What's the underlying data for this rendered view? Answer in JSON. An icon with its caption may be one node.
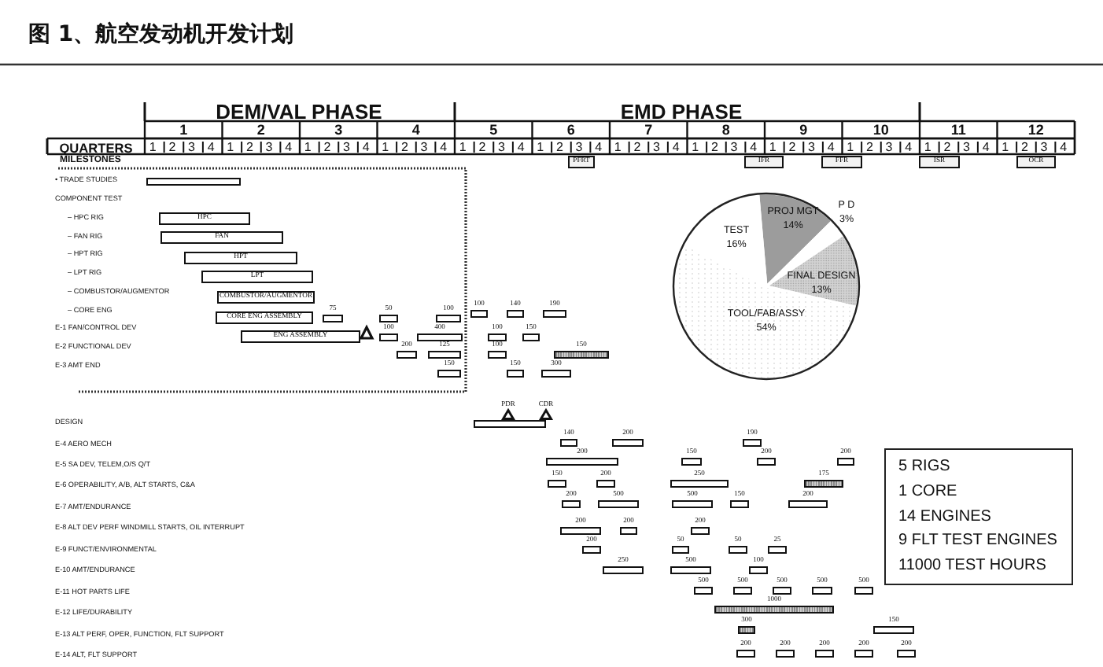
{
  "diagram": {
    "title": "图 1、航空发动机开发计划",
    "nodes": [
      {
        "text": [
          "PFRT"
        ]
      },
      {
        "text": [
          "IFR"
        ]
      },
      {
        "text": [
          "FFR"
        ]
      },
      {
        "text": [
          "ISR"
        ]
      },
      {
        "text": [
          "OCR"
        ]
      },
      {
        "text": [],
        "shape": "bar"
      },
      {
        "text": [
          "HPC"
        ]
      },
      {
        "text": [
          "FAN"
        ]
      },
      {
        "text": [
          "HPT"
        ]
      },
      {
        "text": [
          "LPT"
        ]
      },
      {
        "text": [
          "COMBUSTOR/AUGMENTOR"
        ]
      },
      {
        "text": [
          "CORE ENG ASSEMBLY"
        ]
      },
      {
        "text": [],
        "shape": "bar",
        "beside": [
          "75"
        ]
      },
      {
        "text": [],
        "shape": "bar",
        "beside": [
          "50"
        ]
      },
      {
        "text": [],
        "shape": "bar",
        "beside": [
          "100"
        ]
      },
      {
        "text": [],
        "shape": "bar",
        "beside": [
          "100"
        ]
      },
      {
        "text": [],
        "shape": "bar",
        "beside": [
          "140"
        ]
      },
      {
        "text": [],
        "shape": "bar",
        "beside": [
          "190"
        ]
      },
      {
        "text": [
          "ENG ASSEMBLY"
        ]
      },
      {
        "text": [],
        "shape": "bar",
        "beside": [
          "100"
        ]
      },
      {
        "text": [],
        "shape": "bar",
        "beside": [
          "400"
        ]
      },
      {
        "text": [],
        "shape": "bar",
        "beside": [
          "100"
        ]
      },
      {
        "text": [],
        "shape": "bar",
        "beside": [
          "150"
        ]
      },
      {
        "text": [],
        "shape": "bar",
        "beside": [
          "200"
        ]
      },
      {
        "text": [],
        "shape": "bar",
        "beside": [
          "125"
        ]
      },
      {
        "text": [],
        "shape": "bar",
        "beside": [
          "100"
        ]
      },
      {
        "text": [],
        "shape": "bar",
        "beside": [
          "150"
        ]
      },
      {
        "text": [],
        "shape": "bar",
        "beside": [
          "150"
        ]
      },
      {
        "text": [],
        "shape": "bar",
        "beside": [
          "150"
        ]
      },
      {
        "text": [],
        "shape": "bar",
        "beside": [
          "300"
        ]
      },
      {
        "text": [],
        "shape": "bar"
      },
      {
        "text": [],
        "shape": "triangle",
        "beside": [
          "PDR"
        ]
      },
      {
        "text": [],
        "shape": "triangle",
        "beside": [
          "CDR"
        ]
      },
      {
        "text": [],
        "shape": "bar",
        "beside": [
          "140"
        ]
      },
      {
        "text": [],
        "shape": "bar",
        "beside": [
          "200"
        ]
      },
      {
        "text": [],
        "shape": "bar",
        "beside": [
          "190"
        ]
      },
      {
        "text": [],
        "shape": "bar",
        "beside": [
          "200"
        ]
      },
      {
        "text": [],
        "shape": "bar",
        "beside": [
          "150"
        ]
      },
      {
        "text": [],
        "shape": "bar",
        "beside": [
          "200"
        ]
      },
      {
        "text": [],
        "shape": "bar",
        "beside": [
          "200"
        ]
      },
      {
        "text": [],
        "shape": "bar",
        "beside": [
          "150"
        ]
      },
      {
        "text": [],
        "shape": "bar",
        "beside": [
          "200"
        ]
      },
      {
        "text": [],
        "shape": "bar",
        "beside": [
          "250"
        ]
      },
      {
        "text": [],
        "shape": "bar",
        "beside": [
          "175"
        ]
      },
      {
        "text": [],
        "shape": "bar",
        "beside": [
          "200"
        ]
      },
      {
        "text": [],
        "shape": "bar",
        "beside": [
          "500"
        ]
      },
      {
        "text": [],
        "shape": "bar",
        "beside": [
          "500"
        ]
      },
      {
        "text": [],
        "shape": "bar",
        "beside": [
          "150"
        ]
      },
      {
        "text": [],
        "shape": "bar",
        "beside": [
          "200"
        ]
      },
      {
        "text": [],
        "shape": "bar",
        "beside": [
          "200"
        ]
      },
      {
        "text": [],
        "shape": "bar",
        "beside": [
          "200"
        ]
      },
      {
        "text": [],
        "shape": "bar",
        "beside": [
          "200"
        ]
      },
      {
        "text": [],
        "shape": "bar",
        "beside": [
          "200"
        ]
      },
      {
        "text": [],
        "shape": "bar",
        "beside": [
          "50"
        ]
      },
      {
        "text": [],
        "shape": "bar",
        "beside": [
          "50"
        ]
      },
      {
        "text": [],
        "shape": "bar",
        "beside": [
          "25"
        ]
      },
      {
        "text": [],
        "shape": "bar",
        "beside": [
          "250"
        ]
      },
      {
        "text": [],
        "shape": "bar",
        "beside": [
          "500"
        ]
      },
      {
        "text": [],
        "shape": "bar",
        "beside": [
          "100"
        ]
      },
      {
        "text": [],
        "shape": "bar",
        "beside": [
          "500"
        ]
      },
      {
        "text": [],
        "shape": "bar",
        "beside": [
          "500"
        ]
      },
      {
        "text": [],
        "shape": "bar",
        "beside": [
          "500"
        ]
      },
      {
        "text": [],
        "shape": "bar",
        "beside": [
          "500"
        ]
      },
      {
        "text": [],
        "shape": "bar",
        "beside": [
          "500"
        ]
      },
      {
        "text": [],
        "shape": "bar",
        "beside": [
          "1000"
        ]
      },
      {
        "text": [],
        "shape": "bar",
        "beside": [
          "300"
        ]
      },
      {
        "text": [],
        "shape": "bar",
        "beside": [
          "150"
        ]
      },
      {
        "text": [],
        "shape": "bar",
        "beside": [
          "200"
        ]
      },
      {
        "text": [],
        "shape": "bar",
        "beside": [
          "200"
        ]
      },
      {
        "text": [],
        "shape": "bar",
        "beside": [
          "200"
        ]
      },
      {
        "text": [],
        "shape": "bar",
        "beside": [
          "200"
        ]
      },
      {
        "text": [],
        "shape": "bar",
        "beside": [
          "200"
        ]
      },
      {
        "text": [
          "5 RIGS",
          "1 CORE",
          "14 ENGINES",
          "9 FLT TEST ENGINES",
          "11000 TEST HOURS"
        ]
      }
    ],
    "labels": [
      "DEM/VAL PHASE",
      "EMD PHASE",
      "1",
      "2",
      "3",
      "4",
      "5",
      "6",
      "7",
      "8",
      "9",
      "10",
      "11",
      "12",
      "QUARTERS",
      "1",
      "2",
      "3",
      "4",
      "1",
      "2",
      "3",
      "4",
      "1",
      "2",
      "3",
      "4",
      "1",
      "2",
      "3",
      "4",
      "1",
      "2",
      "3",
      "4",
      "1",
      "2",
      "3",
      "4",
      "1",
      "2",
      "3",
      "4",
      "1",
      "2",
      "3",
      "4",
      "1",
      "2",
      "3",
      "4",
      "1",
      "2",
      "3",
      "4",
      "1",
      "2",
      "3",
      "4",
      "1",
      "2",
      "3",
      "4",
      "MILESTONES",
      "• TRADE STUDIES",
      "COMPONENT TEST",
      "– HPC RIG",
      "– FAN RIG",
      "– HPT RIG",
      "– LPT RIG",
      "– COMBUSTOR/AUGMENTOR",
      "– CORE ENG",
      "E-1 FAN/CONTROL DEV",
      "E-2 FUNCTIONAL DEV",
      "E-3 AMT END",
      "DESIGN",
      "E-4 AERO MECH",
      "E-5 SA DEV, TELEM,O/S Q/T",
      "E-6 OPERABILITY, A/B, ALT STARTS, C&A",
      "E-7 AMT/ENDURANCE",
      "E-8 ALT DEV PERF WINDMILL STARTS, OIL INTERRUPT",
      "E-9 FUNCT/ENVIRONMENTAL",
      "E-10 AMT/ENDURANCE",
      "E-11 HOT PARTS LIFE",
      "E-12 LIFE/DURABILITY",
      "E-13 ALT PERF, OPER, FUNCTION, FLT SUPPORT",
      "E-14 ALT, FLT SUPPORT"
    ],
    "chart_data": {
      "type": "pie",
      "categories": [
        "PROJ MGT",
        "P D",
        "FINAL DESIGN",
        "TOOL/FAB/ASSY",
        "TEST"
      ],
      "values": [
        14,
        3,
        13,
        54,
        16
      ],
      "value_labels": [
        "14%",
        "3%",
        "13%",
        "54%",
        "16%"
      ]
    }
  }
}
